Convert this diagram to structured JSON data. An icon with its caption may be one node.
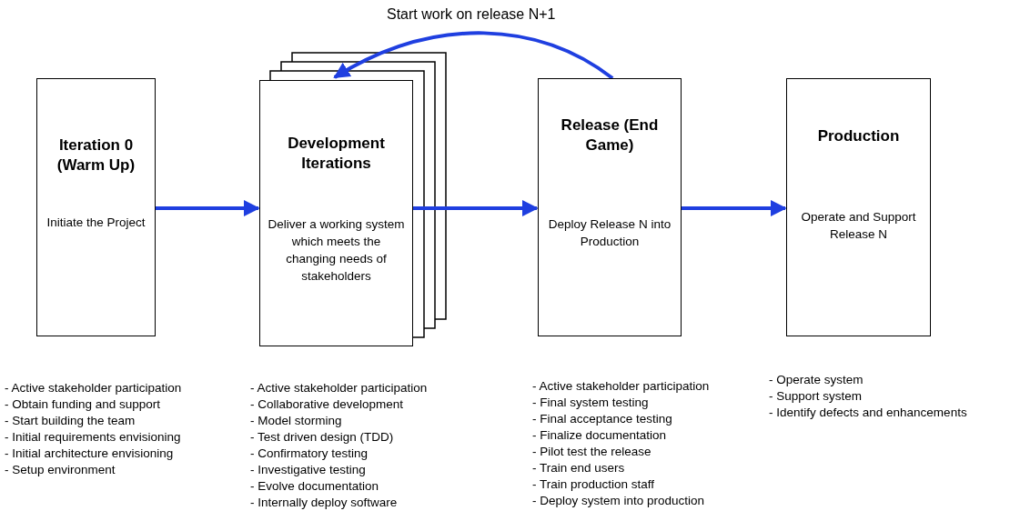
{
  "diagram": {
    "nodes": [
      {
        "text": [
          "Iteration 0 (Warm Up)",
          "Initiate the Project"
        ],
        "beside": [
          "- Active stakeholder participation",
          "- Obtain funding and support",
          "- Start building the team",
          "- Initial requirements envisioning",
          "- Initial architecture envisioning",
          "- Setup environment"
        ]
      },
      {
        "text": [
          "Development Iterations",
          "Deliver a working system which meets the changing needs of stakeholders"
        ],
        "beside": [
          "- Active stakeholder participation",
          "- Collaborative development",
          "- Model storming",
          "- Test driven design (TDD)",
          "- Confirmatory testing",
          "- Investigative testing",
          "- Evolve documentation",
          "- Internally deploy software"
        ]
      },
      {
        "text": [
          "Release (End Game)",
          "Deploy Release N into Production"
        ],
        "beside": [
          "- Active stakeholder participation",
          "- Final system testing",
          "- Final acceptance testing",
          "- Finalize documentation",
          "- Pilot test the release",
          "- Train end users",
          "- Train production staff",
          "- Deploy system into production"
        ]
      },
      {
        "text": [
          "Production",
          "Operate and Support Release N"
        ],
        "beside": [
          "- Operate system",
          "- Support system",
          "- Identify defects and enhancements"
        ]
      }
    ],
    "edges": [
      {
        "from": 0,
        "to": 1,
        "arrow": "to"
      },
      {
        "from": 1,
        "to": 2,
        "arrow": "to"
      },
      {
        "from": 2,
        "to": 3,
        "arrow": "to"
      },
      {
        "from": 2,
        "to": 1,
        "arrow": "to",
        "label": "Start work on release N+1"
      }
    ]
  }
}
